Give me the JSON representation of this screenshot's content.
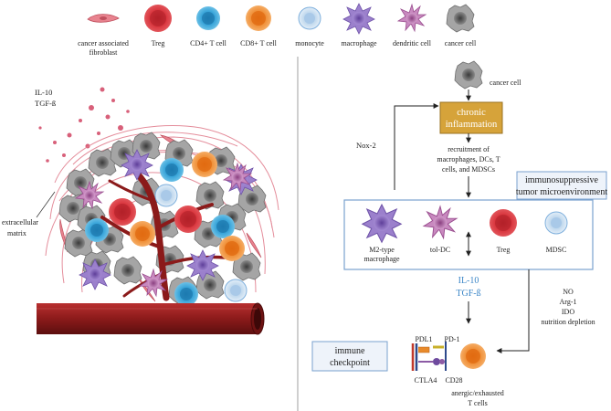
{
  "legend": {
    "fibroblast": "cancer associated",
    "fibroblast_line2": "fibroblast",
    "treg": "Treg",
    "cd4": "CD4+ T cell",
    "cd8": "CD8+ T cell",
    "monocyte": "monocyte",
    "macrophage": "macrophage",
    "dendritic": "dendritic cell",
    "cancer": "cancer cell"
  },
  "left": {
    "il10": "IL-10",
    "tgf": "TGF-ß",
    "ecm_line1": "extracellular",
    "ecm_line2": "matrix"
  },
  "right": {
    "cancer_cell": "cancer cell",
    "chronic_line1": "chronic",
    "chronic_line2": "inflammation",
    "nox2": "Nox-2",
    "recruit_line1": "recruitment of",
    "recruit_line2": "macrophages, DCs, T",
    "recruit_line3": "cells, and MDSCs",
    "immuno_line1": "immunosuppressive",
    "immuno_line2": "tumor microenvironment",
    "m2_line1": "M2-type",
    "m2_line2": "macrophage",
    "toldc": "tol-DC",
    "treg": "Treg",
    "mdsc": "MDSC",
    "il10": "IL-10",
    "tgf": "TGF-ß",
    "no": "NO",
    "arg1": "Arg-1",
    "ido": "IDO",
    "nutrition": "nutrition depletion",
    "checkpoint_line1": "immune",
    "checkpoint_line2": "checkpoint",
    "pdl1": "PDL1",
    "pd1": "PD-1",
    "ctla4": "CTLA4",
    "cd28": "CD28",
    "anergic_line1": "anergic/exhausted",
    "anergic_line2": "T cells"
  },
  "colors": {
    "treg": "#d9363e",
    "cd4": "#3ba6da",
    "cd8": "#f0913a",
    "monocyte": "#c6dcef",
    "macrophage": "#8a6cc0",
    "dendritic": "#b86fae",
    "cancer": "#6b6b6b",
    "vessel": "#8b1a1a",
    "inflammation_box": "#d6a33a",
    "box_border": "#7aa2cf",
    "blue_text": "#3b86c7",
    "fibroblast": "#e07a8a"
  }
}
